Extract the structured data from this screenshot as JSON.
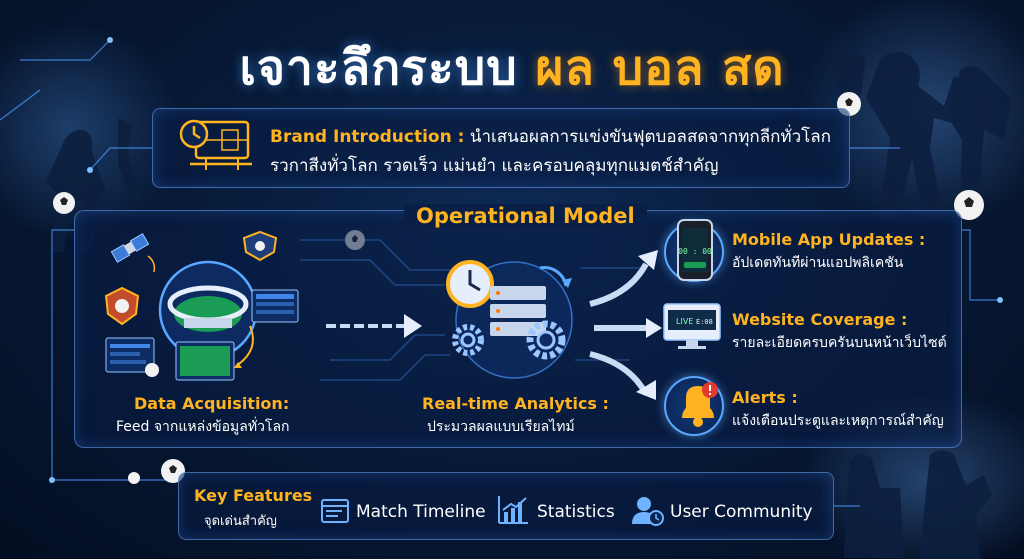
{
  "title": {
    "part1": "เจาะลึกระบบ",
    "part2": "ผล บอล สด"
  },
  "intro": {
    "label": "Brand Introduction :",
    "line1": "นำเสนอผลการแข่งขันฟุตบอลสดจากทุกลีกทั่วโลก",
    "line2": "รวกาสีงทั่วโลก รวดเร็ว แม่นยำ และครอบคลุมทุกแมตช์สำคัญ",
    "icon": "clock-board-icon"
  },
  "model": {
    "title": "Operational Model",
    "acquisition": {
      "title": "Data Acquisition:",
      "desc": "Feed จากแหล่งข้อมูลทั่วโลก",
      "icon": "stadium-icon"
    },
    "analytics": {
      "title": "Real-time Analytics :",
      "desc": "ประมวลผลแบบเรียลไทม์",
      "icon": "server-gear-icon"
    },
    "outputs": [
      {
        "title": "Mobile App Updates :",
        "desc": "อัปเดตทันทีผ่านแอปพลิเคชัน",
        "icon": "mobile-icon",
        "screen": "00 : 00"
      },
      {
        "title": "Website Coverage :",
        "desc": "รายละเอียดครบครันบนหน้าเว็บไซต์",
        "icon": "monitor-icon",
        "screen_left": "LIVE",
        "screen_right": "E:08"
      },
      {
        "title": "Alerts :",
        "desc": "แจ้งเตือนประตูและเหตุการณ์สำคัญ",
        "icon": "bell-icon"
      }
    ]
  },
  "features": {
    "title": "Key Features",
    "subtitle": "จุดเด่นสำคัญ",
    "items": [
      {
        "label": "Match Timeline",
        "icon": "timeline-icon"
      },
      {
        "label": "Statistics",
        "icon": "chart-icon"
      },
      {
        "label": "User Community",
        "icon": "user-icon"
      }
    ]
  },
  "colors": {
    "accent": "#ffb320",
    "background": "#071a38",
    "glow": "#5aa8ff"
  }
}
